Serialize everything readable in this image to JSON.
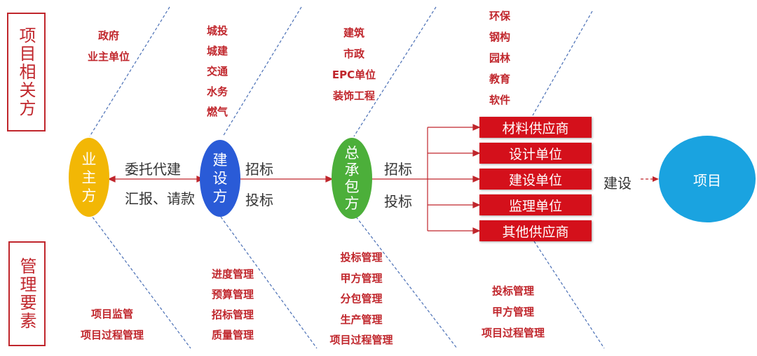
{
  "side_labels": {
    "top": "项目相关方",
    "bottom": "管理要素"
  },
  "parties": {
    "owner": "业主方",
    "builder": "建设方",
    "contractor": "总承包方"
  },
  "project": "项目",
  "top_lists": {
    "owner": [
      "政府",
      "业主单位"
    ],
    "builder": [
      "城投",
      "城建",
      "交通",
      "水务",
      "燃气"
    ],
    "contractor": [
      "建筑",
      "市政",
      "EPC单位",
      "装饰工程"
    ],
    "suppliers": [
      "环保",
      "钢构",
      "园林",
      "教育",
      "软件"
    ]
  },
  "bottom_lists": {
    "owner": [
      "项目监管",
      "项目过程管理"
    ],
    "builder": [
      "进度管理",
      "预算管理",
      "招标管理",
      "质量管理"
    ],
    "contractor": [
      "投标管理",
      "甲方管理",
      "分包管理",
      "生产管理",
      "项目过程管理"
    ],
    "suppliers": [
      "投标管理",
      "甲方管理",
      "项目过程管理"
    ]
  },
  "relations": {
    "owner_builder_top": "委托代建",
    "owner_builder_bottom": "汇报、请款",
    "builder_contractor_top": "招标",
    "builder_contractor_bottom": "投标",
    "contractor_units_top": "招标",
    "contractor_units_bottom": "投标",
    "units_project": "建设"
  },
  "units": [
    "材料供应商",
    "设计单位",
    "建设单位",
    "监理单位",
    "其他供应商"
  ],
  "colors": {
    "accent_red": "#c0262c",
    "box_red": "#d4101b",
    "owner_yellow": "#f2b705",
    "builder_blue": "#2a5bd7",
    "contractor_green": "#4caf3a",
    "project_blue": "#1aa3e0"
  }
}
